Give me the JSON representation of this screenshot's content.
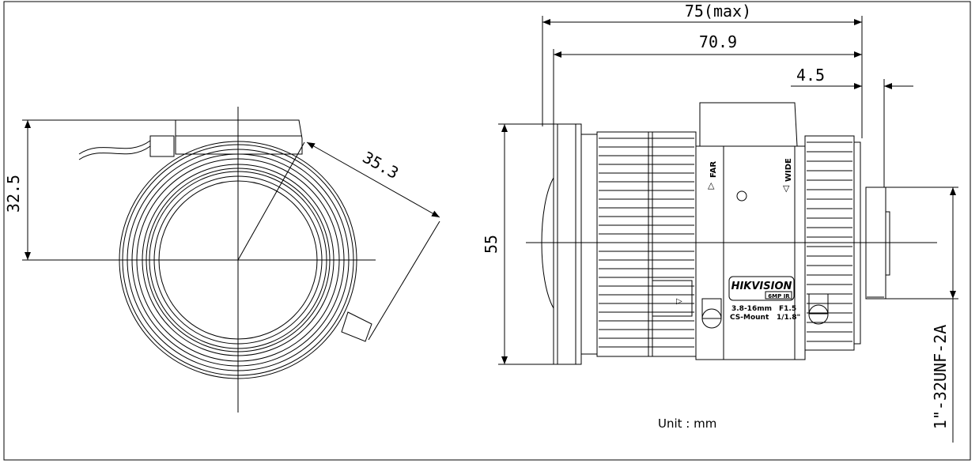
{
  "dimensions": {
    "front_height": "32.5",
    "diagonal": "35.3",
    "overall_length": "75(max)",
    "body_length": "70.9",
    "mount_depth": "4.5",
    "diameter": "55",
    "thread": "1\"-32UNF-2A"
  },
  "lens_markings": {
    "far": "FAR",
    "wide": "WIDE",
    "brand": "HIKVISION",
    "badge": "6MP IR",
    "focal": "3.8-16mm",
    "aperture": "F1.5",
    "mount": "CS-Mount",
    "format": "1/1.8\""
  },
  "unit_label": "Unit : mm"
}
